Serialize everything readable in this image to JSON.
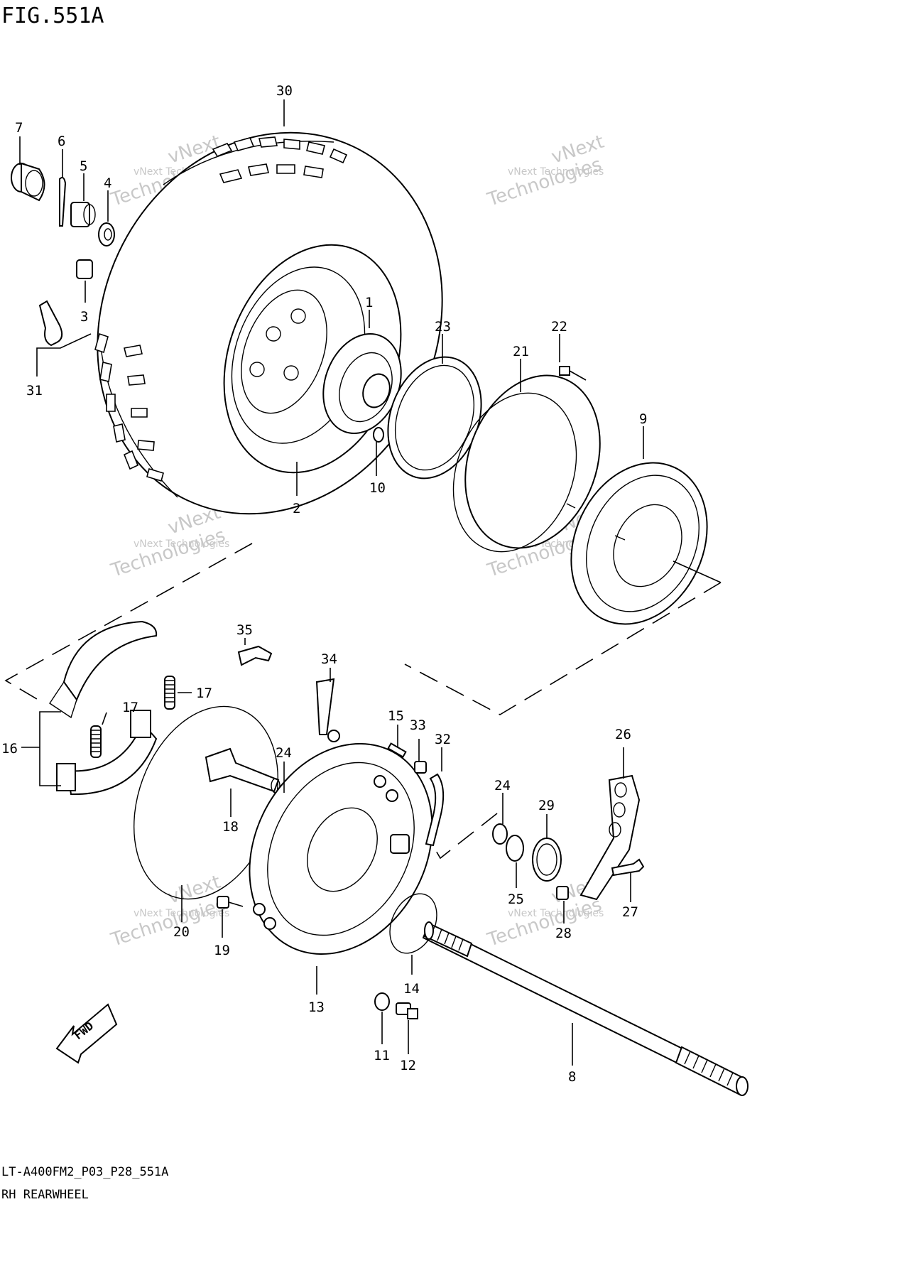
{
  "figure_title": "FIG.551A",
  "footer": {
    "code": "LT-A400FM2_P03_P28_551A",
    "name": "RH REARWHEEL"
  },
  "watermark": {
    "line1": "vNext Technologies",
    "line2": "vNext",
    "line3": "Technologies"
  },
  "callouts": [
    "30",
    "7",
    "6",
    "5",
    "4",
    "3",
    "31",
    "1",
    "2",
    "10",
    "23",
    "21",
    "22",
    "9",
    "35",
    "34",
    "17",
    "17",
    "16",
    "15",
    "33",
    "32",
    "24",
    "24",
    "26",
    "18",
    "29",
    "25",
    "27",
    "28",
    "20",
    "19",
    "13",
    "14",
    "11",
    "12",
    "8"
  ],
  "fwd_label": "FWD"
}
